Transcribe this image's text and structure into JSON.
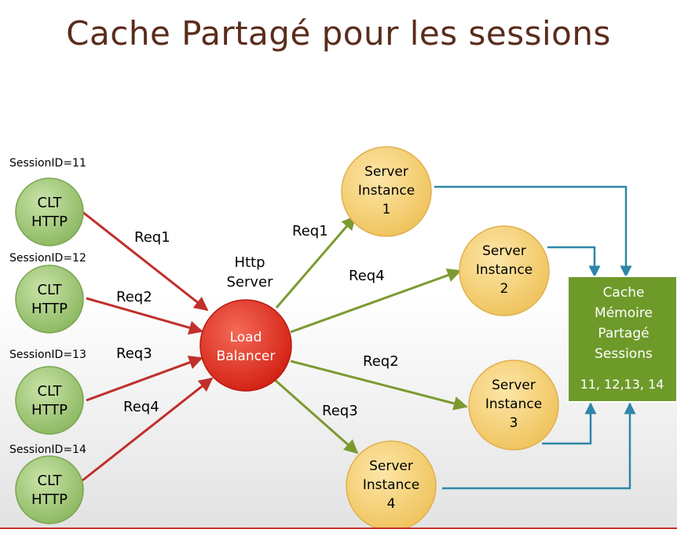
{
  "title": "Cache Partagé pour les sessions",
  "clients": [
    {
      "session": "SessionID=11",
      "line1": "CLT",
      "line2": "HTTP"
    },
    {
      "session": "SessionID=12",
      "line1": "CLT",
      "line2": "HTTP"
    },
    {
      "session": "SessionID=13",
      "line1": "CLT",
      "line2": "HTTP"
    },
    {
      "session": "SessionID=14",
      "line1": "CLT",
      "line2": "HTTP"
    }
  ],
  "load_balancer": {
    "line1": "Load",
    "line2": "Balancer"
  },
  "http_server": {
    "line1": "Http",
    "line2": "Server"
  },
  "servers": [
    {
      "line1": "Server",
      "line2": "Instance",
      "line3": "1"
    },
    {
      "line1": "Server",
      "line2": "Instance",
      "line3": "2"
    },
    {
      "line1": "Server",
      "line2": "Instance",
      "line3": "3"
    },
    {
      "line1": "Server",
      "line2": "Instance",
      "line3": "4"
    }
  ],
  "client_requests": [
    "Req1",
    "Req2",
    "Req3",
    "Req4"
  ],
  "server_requests": [
    "Req1",
    "Req4",
    "Req2",
    "Req3"
  ],
  "cache": {
    "line1": "Cache",
    "line2": "Mémoire",
    "line3": "Partagé",
    "line4": "Sessions",
    "line5": "11, 12,13, 14"
  },
  "colors": {
    "title": "#5a2c1c",
    "client_fill": "#9bc472",
    "server_fill": "#f6d27a",
    "load_balancer_fill": "#e02a1e",
    "cache_fill": "#6e9a2a",
    "red_arrow": "#c0302c",
    "green_arrow": "#7c9a30",
    "blue_line": "#2e86a8"
  }
}
